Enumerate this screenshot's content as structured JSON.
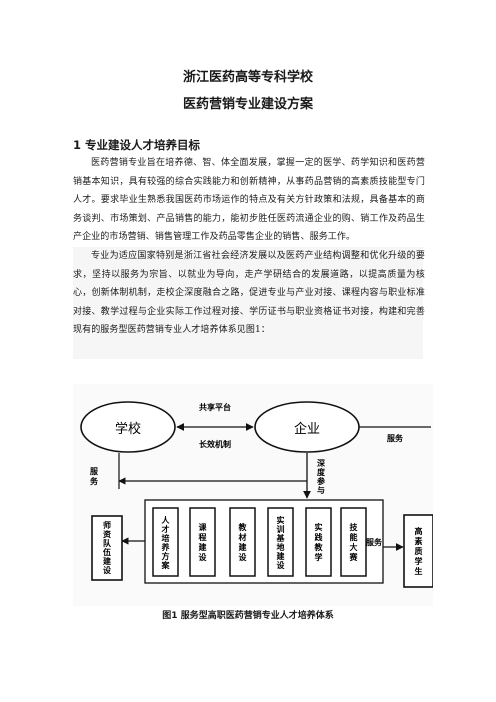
{
  "document": {
    "title_line1": "浙江医药高等专科学校",
    "title_line2": "医药营销专业建设方案",
    "section_heading": "1 专业建设人才培养目标",
    "paragraph1": "医药营销专业旨在培养德、智、体全面发展，掌握一定的医学、药学知识和医药营销基本知识，具有较强的综合实践能力和创新精神，从事药品营销的高素质技能型专门人才。要求毕业生熟悉我国医药市场运作的特点及有关方针政策和法规，具备基本的商务谈判、市场策划、产品销售的能力，能初步胜任医药流通企业的购、销工作及药品生产企业的市场营销、销售管理工作及药品零售企业的销售、服务工作。",
    "paragraph2": "专业为适应国家特别是浙江省社会经济发展以及医药产业结构调整和优化升级的要求，坚持以服务为宗旨、以就业为导向，走产学研结合的发展道路，以提高质量为核心，创新体制机制，走校企深度融合之路，促进专业与产业对接、课程内容与职业标准对接、教学过程与企业实际工作过程对接、学历证书与职业资格证书对接，构建和完善现有的服务型医药营销专业人才培养体系见图1："
  },
  "diagram": {
    "school": "学校",
    "enterprise": "企业",
    "shared_platform": "共享平台",
    "long_mechanism": "长效机制",
    "service_top": "服务",
    "service_left": "服务",
    "deep_participation": "深度参与",
    "service_bottom": "服务",
    "teacher_team": "师资队伍建设",
    "modules": [
      "人才培养方案",
      "课程建设",
      "教材建设",
      "实训基地建设",
      "实践教学",
      "技能大赛"
    ],
    "talent": "高素质学生"
  },
  "caption": "图1 服务型高职医药营销专业人才培养体系"
}
